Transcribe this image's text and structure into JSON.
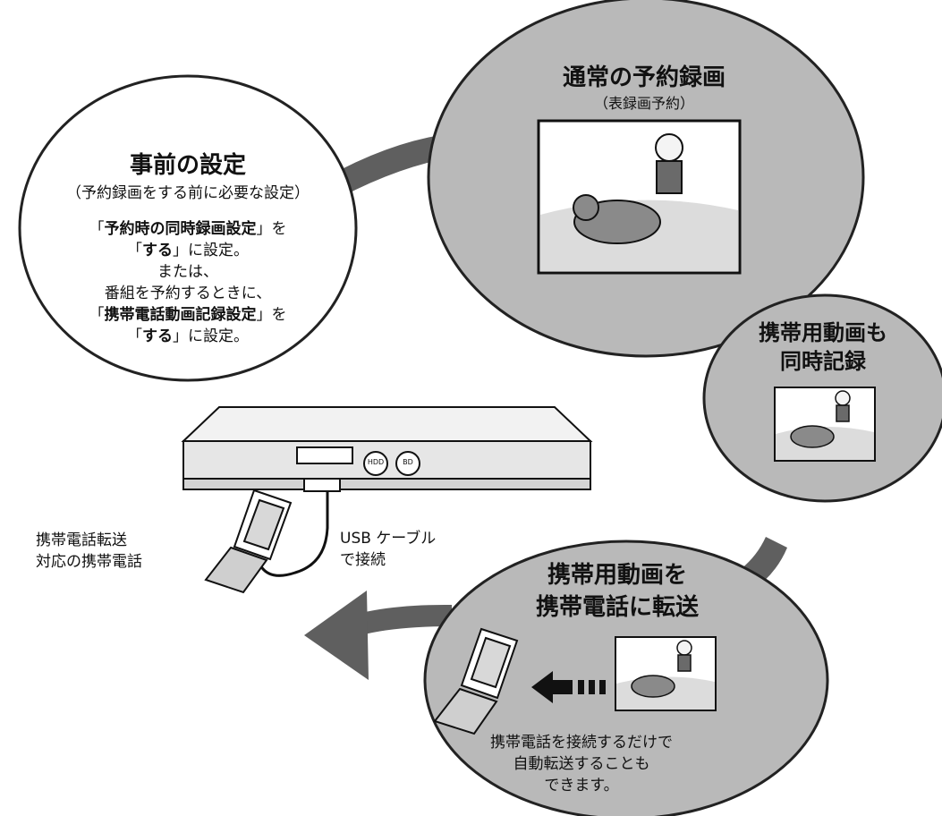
{
  "pre_setup": {
    "title": "事前の設定",
    "subtitle": "（予約録画をする前に必要な設定）",
    "line1_bold": "予約時の同時録画設定",
    "line1_end": "」を",
    "line2_bold": "する",
    "line2_end": "」に設定。",
    "line3": "または、",
    "line4": "番組を予約するときに、",
    "line5_bold": "携帯電話動画記録設定",
    "line5_end": "」を",
    "line6_bold": "する",
    "line6_end": "」に設定。",
    "open_bracket": "「"
  },
  "normal_recording": {
    "title": "通常の予約録画",
    "subtitle": "（表録画予約）"
  },
  "mobile_video": {
    "title_line1": "携帯用動画も",
    "title_line2": "同時記録"
  },
  "transfer": {
    "title_line1": "携帯用動画を",
    "title_line2": "携帯電話に転送",
    "note_line1": "携帯電話を接続するだけで",
    "note_line2": "自動転送することも",
    "note_line3": "できます。"
  },
  "labels": {
    "phone_line1": "携帯電話転送",
    "phone_line2": "対応の携帯電話",
    "usb_line1": "USB ケーブル",
    "usb_line2": "で接続"
  },
  "recorder": {
    "button_hdd": "HDD",
    "button_bd": "BD"
  }
}
